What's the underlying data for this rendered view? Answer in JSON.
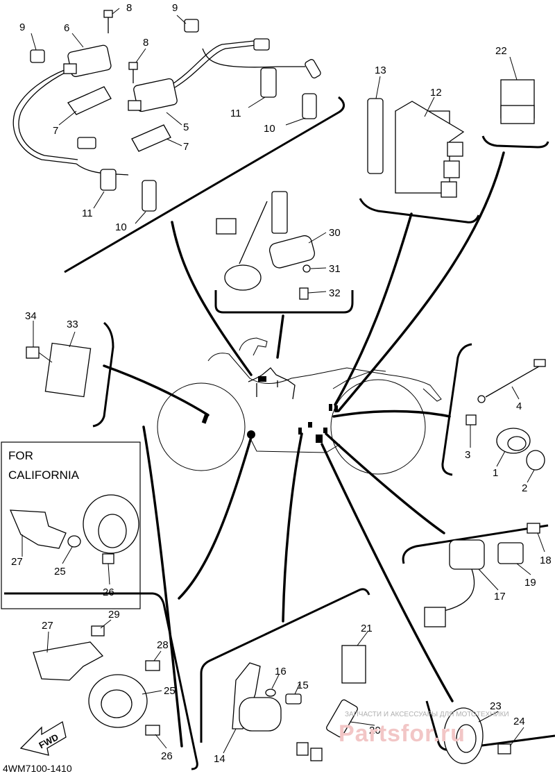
{
  "diagram": {
    "part_code": "4WM7100-1410",
    "california_box": {
      "line1": "FOR",
      "line2": "CALIFORNIA"
    },
    "fwd_label": "FWD",
    "watermark": {
      "small_text": "ЗАПЧАСТИ И АКСЕССУАРЫ ДЛЯ МОТОТЕХНИКИ",
      "logo_text": "Partsfor.ru"
    },
    "callouts": {
      "c1": "1",
      "c2": "2",
      "c3": "3",
      "c4": "4",
      "c5": "5",
      "c6": "6",
      "c7a": "7",
      "c7b": "7",
      "c8a": "8",
      "c8b": "8",
      "c9a": "9",
      "c9b": "9",
      "c10a": "10",
      "c10b": "10",
      "c11a": "11",
      "c11b": "11",
      "c12": "12",
      "c13": "13",
      "c14": "14",
      "c15": "15",
      "c16": "16",
      "c17": "17",
      "c18": "18",
      "c19": "19",
      "c20": "20",
      "c21": "21",
      "c22": "22",
      "c23": "23",
      "c24": "24",
      "c25a": "25",
      "c25b": "25",
      "c26a": "26",
      "c26b": "26",
      "c27a": "27",
      "c27b": "27",
      "c28": "28",
      "c29": "29",
      "c30": "30",
      "c31": "31",
      "c32": "32",
      "c33": "33",
      "c34": "34"
    }
  }
}
